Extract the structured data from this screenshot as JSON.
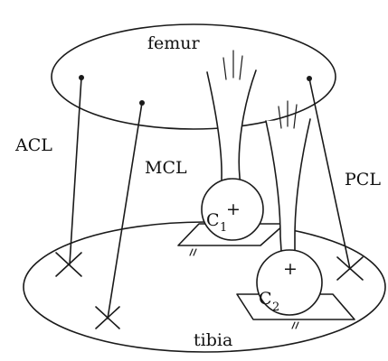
{
  "labels": {
    "femur": "femur",
    "tibia": "tibia",
    "acl": "ACL",
    "mcl": "MCL",
    "pcl": "PCL"
  },
  "contacts": {
    "c1": {
      "letter": "C",
      "index": "1",
      "sign": "+"
    },
    "c2": {
      "letter": "C",
      "index": "2",
      "sign": "+"
    }
  },
  "colors": {
    "stroke": "#1a1a1a",
    "background": "#ffffff"
  }
}
